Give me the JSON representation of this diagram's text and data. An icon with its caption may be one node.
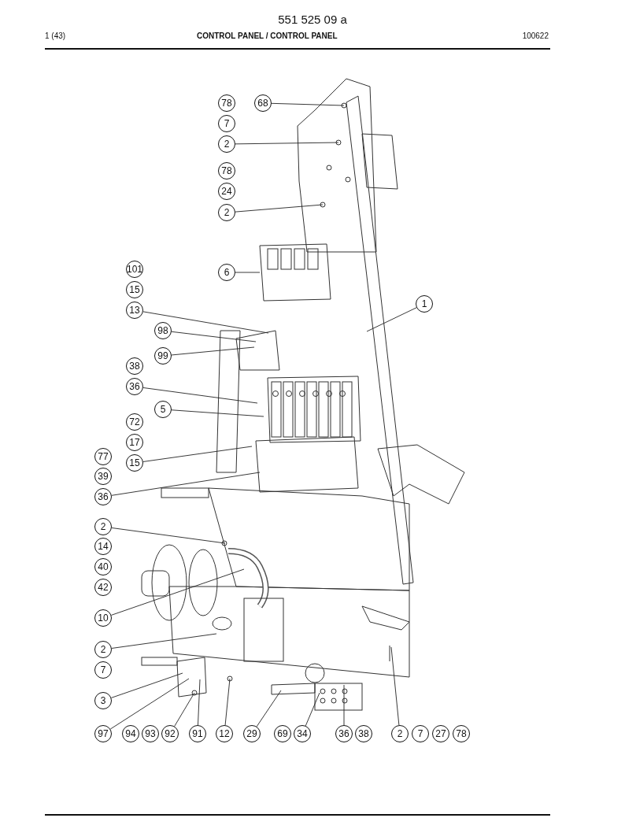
{
  "diagram": {
    "title": "551 525 09 a",
    "nodes": [
      {
        "text": [
          "78"
        ]
      },
      {
        "text": [
          "68"
        ]
      },
      {
        "text": [
          "7"
        ]
      },
      {
        "text": [
          "2"
        ]
      },
      {
        "text": [
          "78"
        ]
      },
      {
        "text": [
          "24"
        ]
      },
      {
        "text": [
          "2"
        ]
      },
      {
        "text": [
          "101"
        ]
      },
      {
        "text": [
          "6"
        ]
      },
      {
        "text": [
          "15"
        ]
      },
      {
        "text": [
          "1"
        ]
      },
      {
        "text": [
          "13"
        ]
      },
      {
        "text": [
          "98"
        ]
      },
      {
        "text": [
          "99"
        ]
      },
      {
        "text": [
          "38"
        ]
      },
      {
        "text": [
          "36"
        ]
      },
      {
        "text": [
          "5"
        ]
      },
      {
        "text": [
          "72"
        ]
      },
      {
        "text": [
          "17"
        ]
      },
      {
        "text": [
          "77"
        ]
      },
      {
        "text": [
          "15"
        ]
      },
      {
        "text": [
          "39"
        ]
      },
      {
        "text": [
          "36"
        ]
      },
      {
        "text": [
          "2"
        ]
      },
      {
        "text": [
          "14"
        ]
      },
      {
        "text": [
          "40"
        ]
      },
      {
        "text": [
          "42"
        ]
      },
      {
        "text": [
          "10"
        ]
      },
      {
        "text": [
          "2"
        ]
      },
      {
        "text": [
          "7"
        ]
      },
      {
        "text": [
          "3"
        ]
      },
      {
        "text": [
          "97"
        ]
      },
      {
        "text": [
          "94"
        ]
      },
      {
        "text": [
          "93"
        ]
      },
      {
        "text": [
          "92"
        ]
      },
      {
        "text": [
          "91"
        ]
      },
      {
        "text": [
          "12"
        ]
      },
      {
        "text": [
          "29"
        ]
      },
      {
        "text": [
          "69"
        ]
      },
      {
        "text": [
          "34"
        ]
      },
      {
        "text": [
          "36"
        ]
      },
      {
        "text": [
          "38"
        ]
      },
      {
        "text": [
          "2"
        ]
      },
      {
        "text": [
          "7"
        ]
      },
      {
        "text": [
          "27"
        ]
      },
      {
        "text": [
          "78"
        ]
      }
    ],
    "edges": [
      {
        "from": 1,
        "to": null,
        "arrow": "none"
      },
      {
        "from": 3,
        "to": null,
        "arrow": "none"
      },
      {
        "from": 6,
        "to": null,
        "arrow": "none"
      },
      {
        "from": 8,
        "to": null,
        "arrow": "none"
      },
      {
        "from": 10,
        "to": null,
        "arrow": "none"
      },
      {
        "from": 11,
        "to": null,
        "arrow": "none"
      },
      {
        "from": 12,
        "to": null,
        "arrow": "none"
      },
      {
        "from": 13,
        "to": null,
        "arrow": "none"
      },
      {
        "from": 15,
        "to": null,
        "arrow": "none"
      },
      {
        "from": 16,
        "to": null,
        "arrow": "none"
      },
      {
        "from": 20,
        "to": null,
        "arrow": "none"
      },
      {
        "from": 22,
        "to": null,
        "arrow": "none"
      },
      {
        "from": 23,
        "to": null,
        "arrow": "none"
      },
      {
        "from": 27,
        "to": null,
        "arrow": "none"
      },
      {
        "from": 28,
        "to": null,
        "arrow": "none"
      },
      {
        "from": 30,
        "to": null,
        "arrow": "none"
      },
      {
        "from": 31,
        "to": null,
        "arrow": "none"
      },
      {
        "from": 34,
        "to": null,
        "arrow": "none"
      },
      {
        "from": 35,
        "to": null,
        "arrow": "none"
      },
      {
        "from": 36,
        "to": null,
        "arrow": "none"
      },
      {
        "from": 37,
        "to": null,
        "arrow": "none"
      },
      {
        "from": 39,
        "to": null,
        "arrow": "none"
      },
      {
        "from": 40,
        "to": null,
        "arrow": "none"
      },
      {
        "from": 42,
        "to": null,
        "arrow": "none"
      }
    ],
    "labels": [
      "1 (43)",
      "CONTROL PANEL / CONTROL PANEL",
      "100622"
    ]
  }
}
